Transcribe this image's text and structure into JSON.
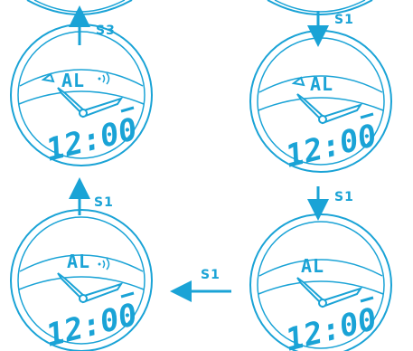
{
  "colors": {
    "accent": "#1aa3d6"
  },
  "dials": [
    {
      "display_text": "AL",
      "time": "12:00",
      "sound_icon": "sound-waves-icon",
      "bell": true
    },
    {
      "display_text": "AL",
      "time": "12:00",
      "sound_icon": "",
      "bell": true
    },
    {
      "display_text": "AL",
      "time": "12:00",
      "sound_icon": "sound-waves-icon",
      "bell": false
    },
    {
      "display_text": "AL",
      "time": "12:00",
      "sound_icon": "",
      "bell": false
    }
  ],
  "steps": [
    {
      "label": "S3"
    },
    {
      "label": "S1"
    },
    {
      "label": "S1"
    },
    {
      "label": "S1"
    },
    {
      "label": "S1"
    }
  ]
}
